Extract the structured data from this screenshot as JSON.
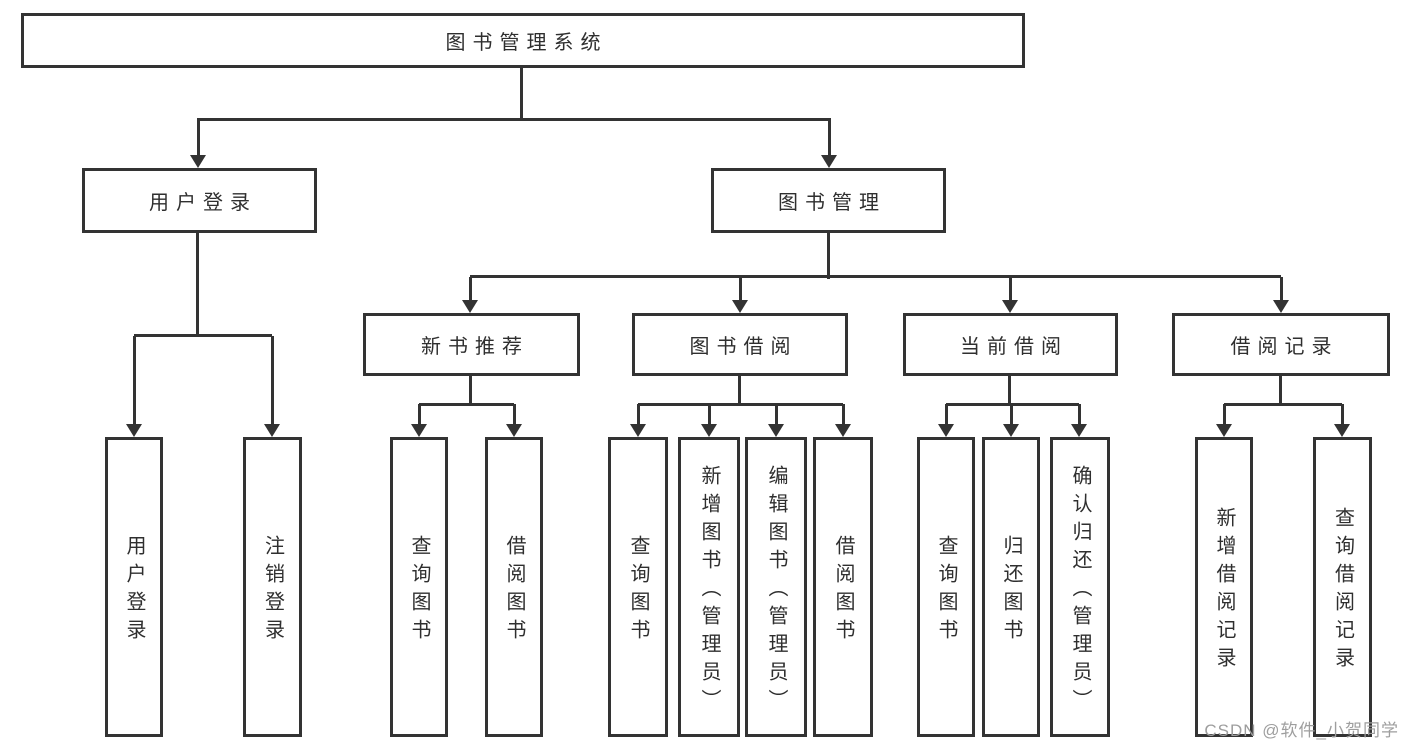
{
  "diagram": {
    "title": "图书管理系统",
    "level2": {
      "user_login": "用户登录",
      "book_management": "图书管理"
    },
    "level3": {
      "new_book_recommend": "新书推荐",
      "book_borrowing": "图书借阅",
      "current_borrowing": "当前借阅",
      "borrowing_records": "借阅记录"
    },
    "leaves": {
      "user_login": "用户登录",
      "logout": "注销登录",
      "nb_query_books": "查询图书",
      "nb_borrow_books": "借阅图书",
      "bb_query_books": "查询图书",
      "bb_add_books": "新增图书（管理员）",
      "bb_edit_books": "编辑图书（管理员）",
      "bb_borrow_books": "借阅图书",
      "cb_query_books": "查询图书",
      "cb_return_books": "归还图书",
      "cb_confirm_return": "确认归还（管理员）",
      "br_add_record": "新增借阅记录",
      "br_query_record": "查询借阅记录"
    }
  },
  "watermark": "CSDN @软件_小贺同学",
  "colors": {
    "line": "#333333",
    "text": "#2f2f2f",
    "watermark": "#9e9e9e",
    "background": "#ffffff"
  }
}
